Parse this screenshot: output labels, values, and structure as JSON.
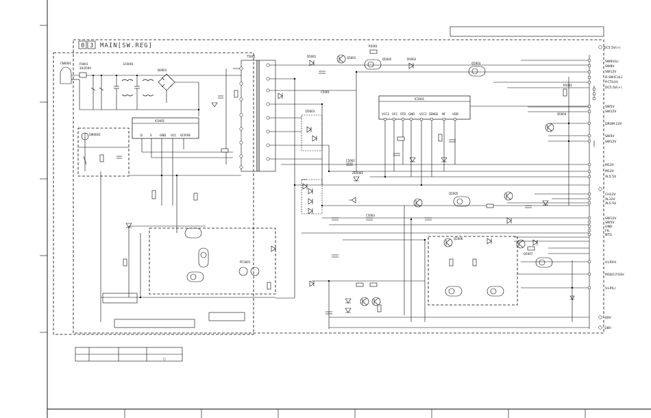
{
  "diagram": {
    "section_number": [
      "0",
      "3"
    ],
    "section_title": "MAIN[SW.REG]"
  },
  "net_labels_right": [
    "DC5.5V(+)",
    "SW6V(L)",
    "SW8V",
    "SW12V",
    "D.SW(C)(L)",
    "P.CTL(H)",
    "DC5.5V(+)",
    "SW5V",
    "SW12V",
    "DRUM.12V",
    "SW5V",
    "SW12V",
    "M12V",
    "M12V",
    "AL5.5V",
    "CH12V",
    "AL12V",
    "AL5.5V",
    "SW12V",
    "SW5V",
    "GND",
    "FIL",
    "NTD",
    "V.LP(H)",
    "M18/17/33V",
    "V.LP(L)",
    "-40V",
    "-28V"
  ],
  "component_labels": {
    "ac_inlet": "CN0001",
    "fuse": "F0001",
    "fuse_rating": "2A/250V",
    "line_filter": "LF0001",
    "bridge": "D0001",
    "main_ic": "IC0001",
    "main_ic_pins": [
      "D",
      "S",
      "GND",
      "VCC",
      "OCP/FB"
    ],
    "reg_ic": "IC5001",
    "reg_ic_pins": [
      "VCC2",
      "VCC",
      "STD",
      "GND",
      "VCC1",
      "SENSE",
      "NF",
      "VDD"
    ],
    "transformer": "T5001",
    "switch": "SW0001",
    "photocoupler": "PC5001",
    "trans_q5001": "Q5001",
    "trans_q5002": "Q5002",
    "trans_q5003": "Q5003",
    "trans_q5004": "Q5004",
    "trans_q5005": "Q5005",
    "trans_q5006": "Q5006",
    "trans_q5007": "Q5007",
    "diode_d5001": "D5001",
    "diode_d5002": "D5002",
    "diode_d5003": "D5003",
    "res_r5001": "R5001",
    "res_r5002": "R5002",
    "cap_c5001": "C5001",
    "cap_c5002": "C5002",
    "cap_c5003": "C5003",
    "zener_zd5001": "ZD5001"
  },
  "legend_table": {
    "rows": [
      [
        "",
        "",
        "",
        "",
        ""
      ],
      [
        "",
        "",
        "",
        "",
        "○"
      ]
    ]
  }
}
